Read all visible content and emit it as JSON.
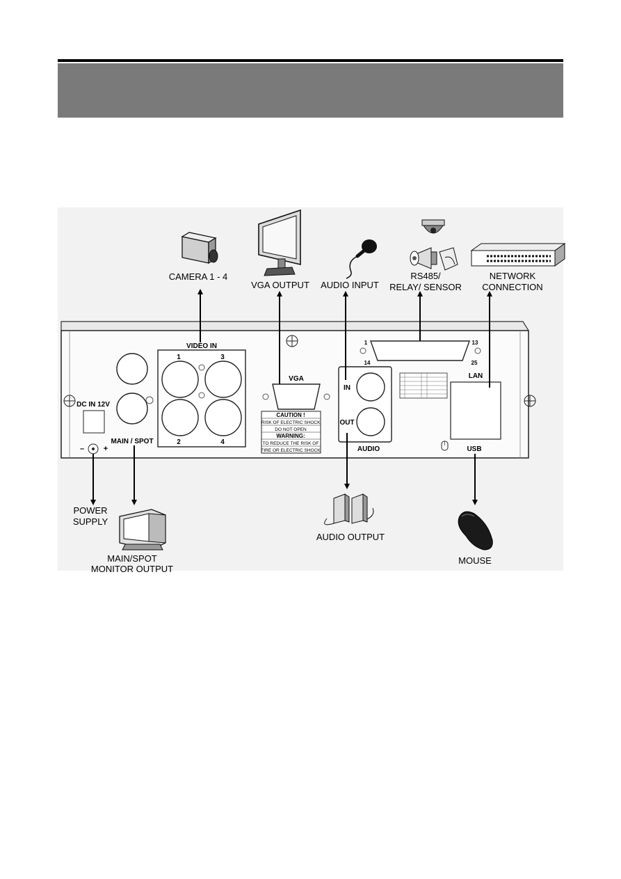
{
  "devices": {
    "camera": "CAMERA 1 - 4",
    "vga_output": "VGA OUTPUT",
    "audio_input": "AUDIO INPUT",
    "rs485_line1": "RS485/",
    "rs485_line2": "RELAY/ SENSOR",
    "network_line1": "NETWORK",
    "network_line2": "CONNECTION",
    "power_line1": "POWER",
    "power_line2": "SUPPLY",
    "monitor_line1": "MAIN/SPOT",
    "monitor_line2": "MONITOR OUTPUT",
    "audio_output": "AUDIO OUTPUT",
    "mouse": "MOUSE"
  },
  "panel": {
    "video_in": "VIDEO IN",
    "bnc_1": "1",
    "bnc_2": "2",
    "bnc_3": "3",
    "bnc_4": "4",
    "dc_in": "DC IN 12V",
    "polarity_minus": "–",
    "polarity_plus": "+",
    "main_spot": "MAIN / SPOT",
    "vga": "VGA",
    "caution_title": "CAUTION !",
    "caution_line1": "RISK OF ELECTRIC SHOCK",
    "caution_line2": "DO NOT OPEN",
    "warning_title": "WARNING:",
    "warning_line1": "TO REDUCE THE RISK OF",
    "warning_line2": "FIRE OR ELECTRIC SHOCK",
    "audio_in": "IN",
    "audio_out": "OUT",
    "audio": "AUDIO",
    "db25_pin1": "1",
    "db25_pin13": "13",
    "db25_pin14": "14",
    "db25_pin25": "25",
    "lan": "LAN",
    "usb": "USB"
  }
}
